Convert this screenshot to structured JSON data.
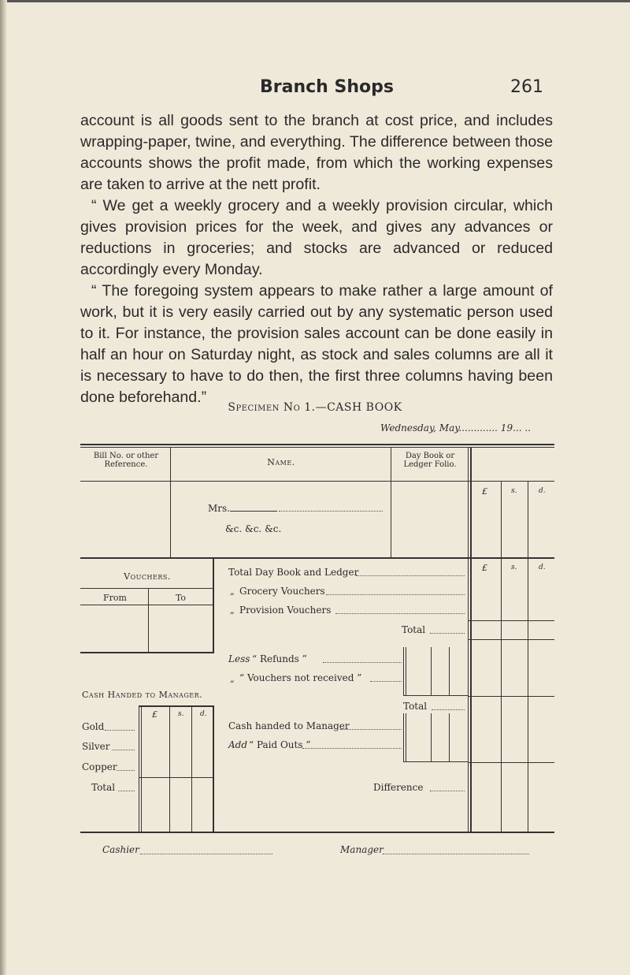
{
  "header": {
    "title": "Branch Shops",
    "page_number": "261"
  },
  "body": {
    "paragraphs": [
      "account is all goods sent to the branch at cost price, and includes wrapping-paper, twine, and everything. The difference between those accounts shows the profit made, from which the working expenses are taken to arrive at the nett profit.",
      "“ We get a weekly grocery and a weekly provision circular, which gives provision prices for the week, and gives any advances or reductions in groceries; and stocks are advanced or reduced accordingly every Monday.",
      "“ The foregoing system appears to make rather a large amount of work, but it is very easily carried out by any systematic person used to it. For instance, the provision sales account can be done easily in half an hour on Saturday night, as stock and sales columns are all it is necessary to have to do then, the first three columns having been done beforehand.”"
    ]
  },
  "specimen": {
    "title": "Specimen No 1.—CASH BOOK",
    "date_line": "Wednesday, May............. 19... .."
  },
  "table": {
    "header": {
      "bill_no": "Bill No. or other Reference.",
      "name": "Name.",
      "folio": "Day Book or Ledger Folio."
    },
    "currency": {
      "pounds": "£",
      "shillings": "s.",
      "pence": "d."
    },
    "entries": {
      "mrs": "Mrs.",
      "etc": "&c.  &c.  &c."
    },
    "vouchers": {
      "title": "Vouchers.",
      "from": "From",
      "to": "To"
    },
    "summary": {
      "total_day_book": "Total Day Book and Ledger",
      "grocery_vouchers": "Grocery Vouchers",
      "provision_vouchers": "Provision Vouchers",
      "total": "Total",
      "less_refunds_prefix": "Less",
      "less_refunds": "“ Refunds ”",
      "vouchers_not_received": "“ Vouchers not received ”",
      "total2": "Total",
      "cash_handed": "Cash handed to Manager",
      "add_prefix": "Add",
      "paid_outs": "“ Paid Outs ”",
      "difference": "Difference",
      "ditto": "„"
    },
    "cash_handed": {
      "title": "Cash Handed to Manager.",
      "rows": [
        "Gold",
        "Silver",
        "Copper",
        "Total"
      ]
    }
  },
  "footer": {
    "cashier": "Cashier",
    "manager": "Manager"
  }
}
